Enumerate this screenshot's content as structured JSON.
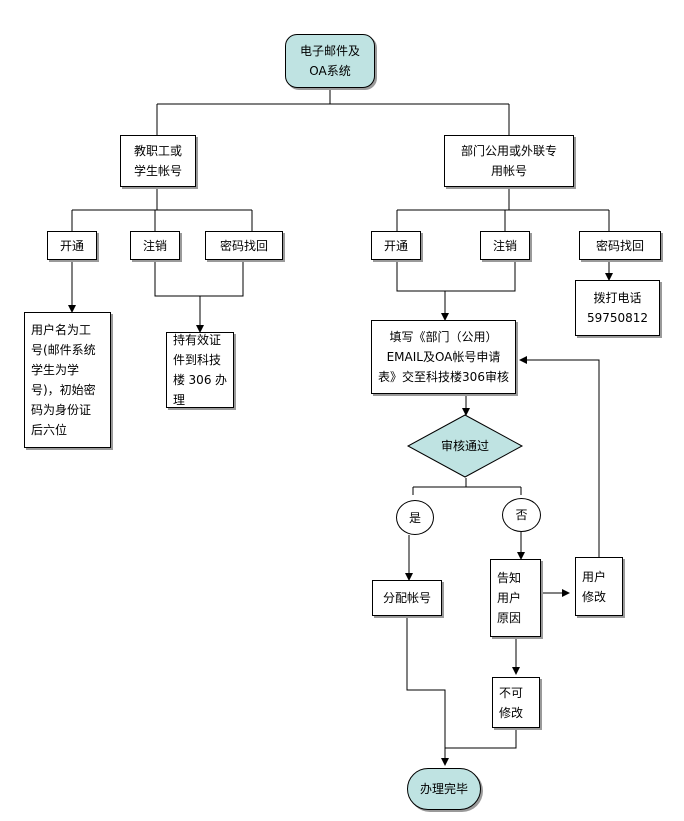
{
  "flowchart": {
    "start": "电子邮件及\nOA系统",
    "staff_account": "教职工或\n学生帐号",
    "dept_account": "部门公用或外联专\n用帐号",
    "staff_open": "开通",
    "staff_cancel": "注销",
    "staff_pwd": "密码找回",
    "dept_open": "开通",
    "dept_cancel": "注销",
    "dept_pwd": "密码找回",
    "staff_open_info": "用户名为工\n号(邮件系统\n学生为学\n号)，初始密\n码为身份证\n后六位",
    "staff_cert": "持有效证\n件到科技\n楼306办理",
    "dept_call": "拨打电话\n59750812",
    "dept_form": "填写《部门（公用）\nEMAIL及OA帐号申请\n表》交至科技楼306审核",
    "review_pass": "审核通过",
    "yes": "是",
    "no": "否",
    "assign_account": "分配帐号",
    "notify_reason": "告知\n用户\n原因",
    "user_modify": "用户\n修改",
    "not_modifiable": "不可\n修改",
    "done": "办理完毕"
  }
}
